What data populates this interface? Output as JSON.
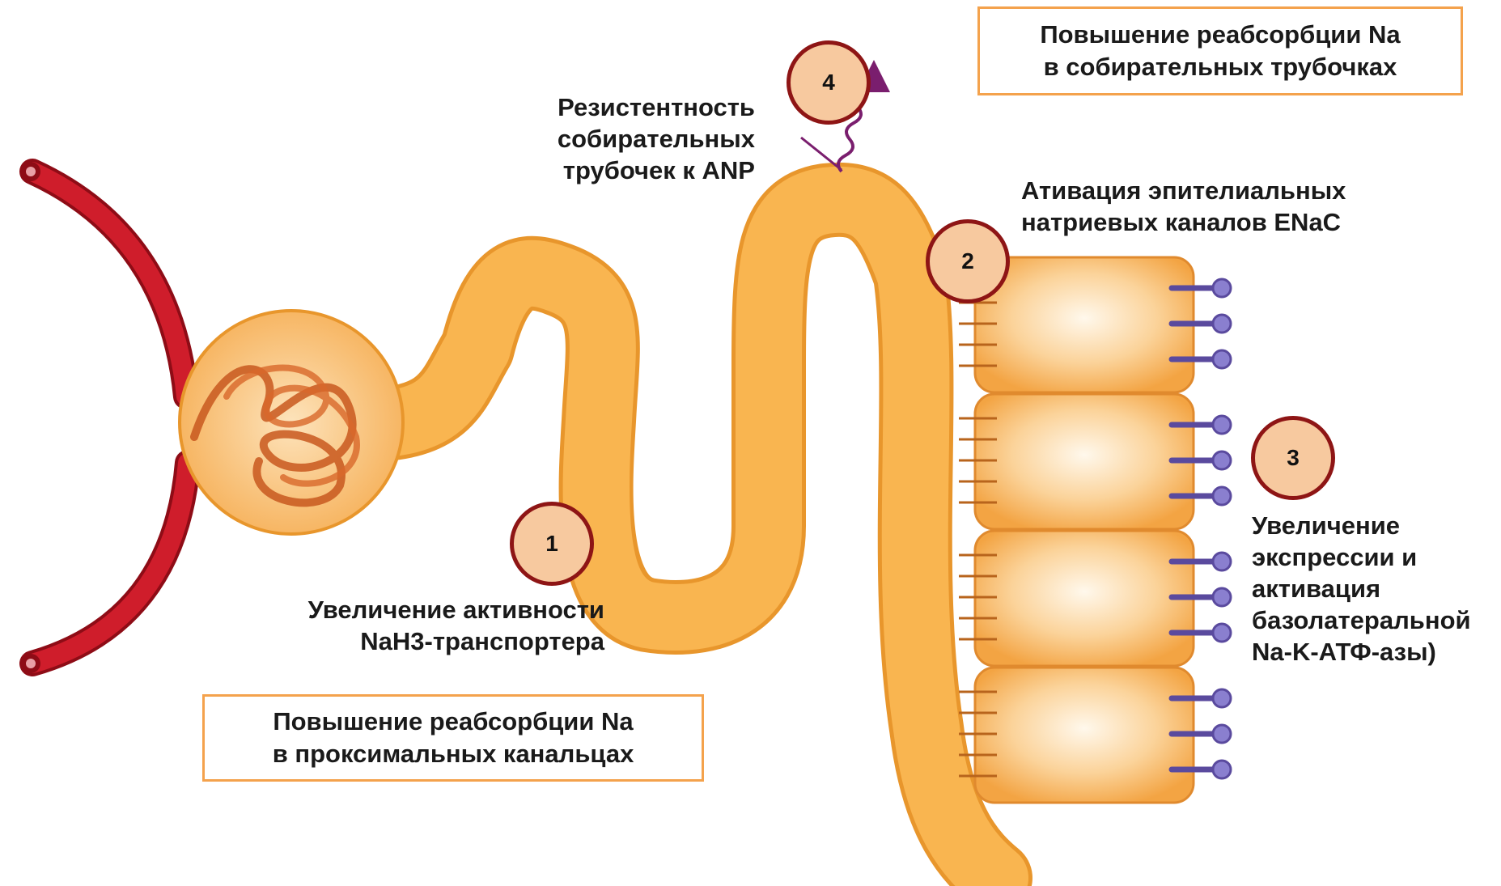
{
  "boxes": {
    "collecting": "Повышение реабсорбции  Na\nв собирательных трубочках",
    "proximal": "Повышение реабсорбции Na\nв  проксимальных канальцах"
  },
  "badges": {
    "b1": "1",
    "b2": "2",
    "b3": "3",
    "b4": "4"
  },
  "labels": {
    "nhe3": "Увеличение активности\nNaH3-транспортера",
    "enac": "Ативация эпителиальных\nнатриевых каналов ENaC",
    "nakatpase": "Увеличение\nэкспрессии и\nактивация\nбазолатеральной\nNa-K-АТФ-азы)",
    "anp": "Резистентность\nсобирательных\nтрубочек к ANP"
  },
  "colors": {
    "tubule": "#f9b550",
    "tubule_outline": "#e8962c",
    "vessel": "#c1121f",
    "badge_fill": "#f7c99f",
    "badge_border": "#8e1515",
    "box_border": "#f4a24c",
    "receptor": "#5a4a9e"
  }
}
